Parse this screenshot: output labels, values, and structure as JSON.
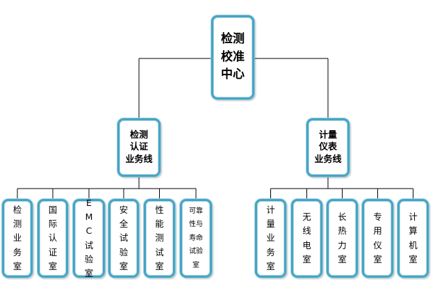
{
  "colors": {
    "border": "#45a5c4",
    "line": "#000000",
    "background": "#ffffff"
  },
  "root": {
    "label": "检测\n校准\n中心"
  },
  "branches": [
    {
      "label": "检测\n认证\n业务线",
      "children": [
        "检测业务室",
        "国际认证室",
        "EMC试验室",
        "安全试验室",
        "性能测试室",
        "可靠性与寿命试验室"
      ]
    },
    {
      "label": "计量\n仪表\n业务线",
      "children": [
        "计量业务室",
        "无线电室",
        "长热力室",
        "专用仪室",
        "计算机室"
      ]
    }
  ]
}
